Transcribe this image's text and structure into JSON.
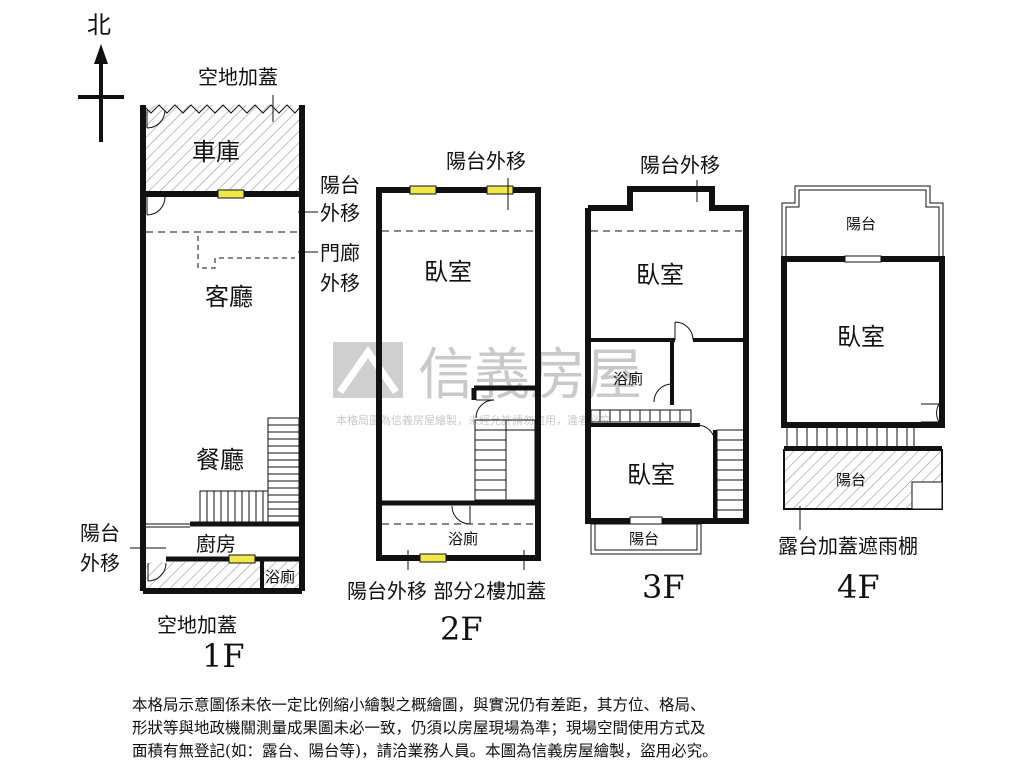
{
  "compass": {
    "north": "北"
  },
  "floor_1": {
    "title": "1F",
    "front_extension": "空地加蓋",
    "garage": "車庫",
    "balcony_shift_line1": "陽台",
    "balcony_shift_line2": "外移",
    "porch_shift_line1": "門廊",
    "porch_shift_line2": "外移",
    "living_room": "客廳",
    "dining_room": "餐廳",
    "rear_balcony_line1": "陽台",
    "rear_balcony_line2": "外移",
    "kitchen": "廚房",
    "bathroom": "浴廁",
    "rear_extension": "空地加蓋"
  },
  "floor_2": {
    "title": "2F",
    "balcony_shift_top": "陽台外移",
    "bedroom": "臥室",
    "bathroom": "浴廁",
    "note": "陽台外移 部分2樓加蓋"
  },
  "floor_3": {
    "title": "3F",
    "balcony_shift_top": "陽台外移",
    "bedroom_top": "臥室",
    "bathroom": "浴廁",
    "bedroom_bottom": "臥室",
    "balcony": "陽台"
  },
  "floor_4": {
    "title": "4F",
    "balcony_top": "陽台",
    "bedroom": "臥室",
    "balcony_bottom": "陽台",
    "note": "露台加蓋遮雨棚"
  },
  "watermark": {
    "brand": "信義房屋",
    "notice": "本格局圖為信義房屋繪製，未經允許請勿盜用，違者必究"
  },
  "disclaimer": {
    "line1": "本格局示意圖係未依一定比例縮小繪製之概繪圖，與實況仍有差距，其方位、格局、",
    "line2": "形狀等與地政機關測量成果圖未必一致，仍須以房屋現場為準；現場空間使用方式及",
    "line3": "面積有無登記(如：露台、陽台等)，請洽業務人員。本圖為信義房屋繪製，盜用必究。"
  },
  "colors": {
    "wall": "#111111",
    "window": "#f2e64a",
    "watermark": "#c9c9c9",
    "hatch": "#999999"
  }
}
